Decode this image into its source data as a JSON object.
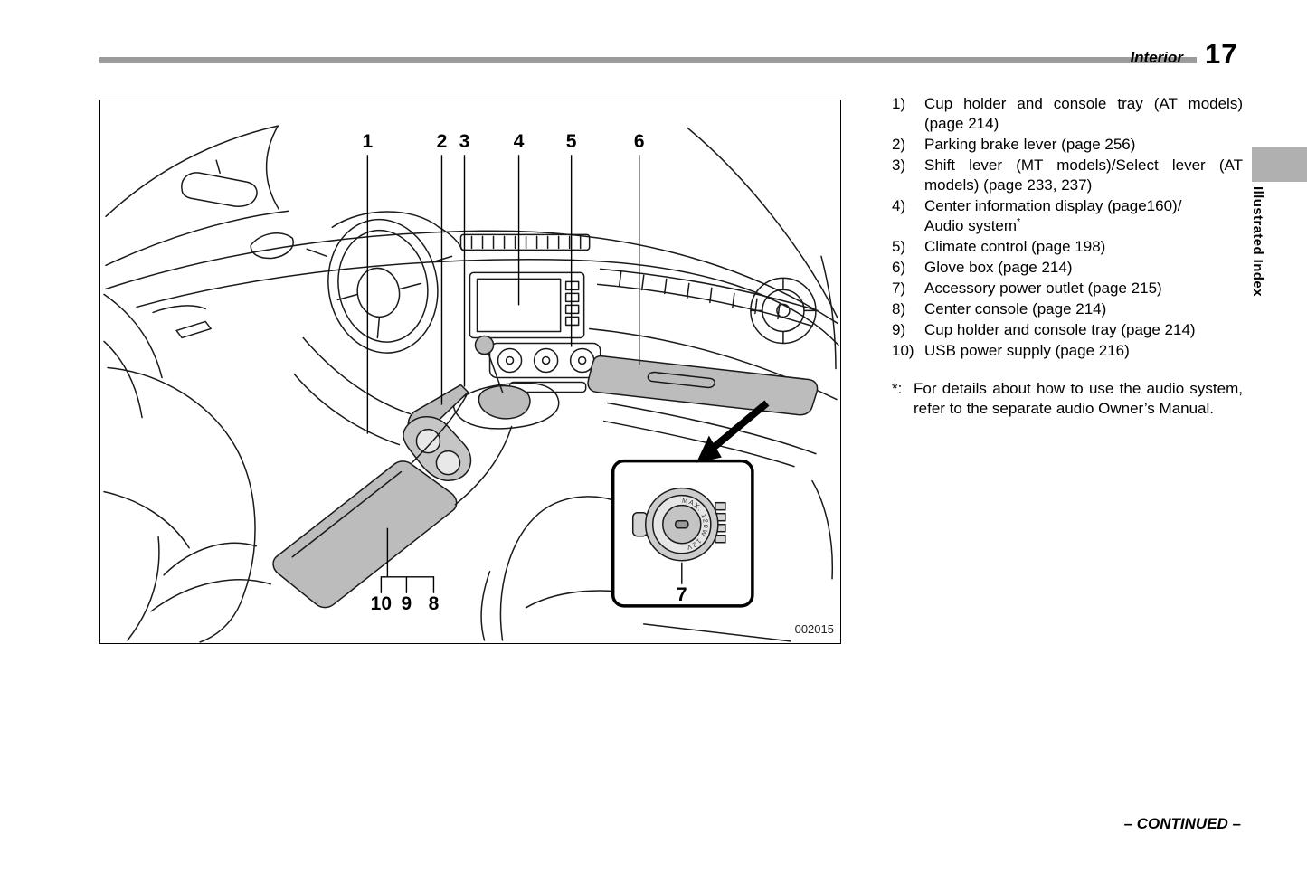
{
  "header": {
    "section": "Interior",
    "page_number": "17"
  },
  "side_tab": {
    "label": "Illustrated Index"
  },
  "figure": {
    "image_code": "002015",
    "outlet_cap_text": "MAX. 120W 12V",
    "callouts": {
      "c1": "1",
      "c2": "2",
      "c3": "3",
      "c4": "4",
      "c5": "5",
      "c6": "6",
      "c7": "7",
      "c8": "8",
      "c9": "9",
      "c10": "10"
    }
  },
  "legend": {
    "items": [
      {
        "num": "1)",
        "text": "Cup holder and console tray (AT models) (page 214)"
      },
      {
        "num": "2)",
        "text": "Parking brake lever (page 256)"
      },
      {
        "num": "3)",
        "text": "Shift lever (MT models)/Select lever (AT models) (page 233, 237)"
      },
      {
        "num": "4)",
        "text": "Center information display (page160)/",
        "text2": "Audio system",
        "sup": "*"
      },
      {
        "num": "5)",
        "text": "Climate control (page 198)"
      },
      {
        "num": "6)",
        "text": "Glove box (page 214)"
      },
      {
        "num": "7)",
        "text": "Accessory power outlet (page 215)"
      },
      {
        "num": "8)",
        "text": "Center console (page 214)"
      },
      {
        "num": "9)",
        "text": "Cup holder and console tray (page 214)"
      },
      {
        "num": "10)",
        "text": "USB power supply (page 216)"
      }
    ],
    "footnote": {
      "marker": "*:",
      "text": "For details about how to use the audio system, refer to the separate audio Owner’s Manual."
    }
  },
  "footer": {
    "continued": "– CONTINUED –"
  }
}
